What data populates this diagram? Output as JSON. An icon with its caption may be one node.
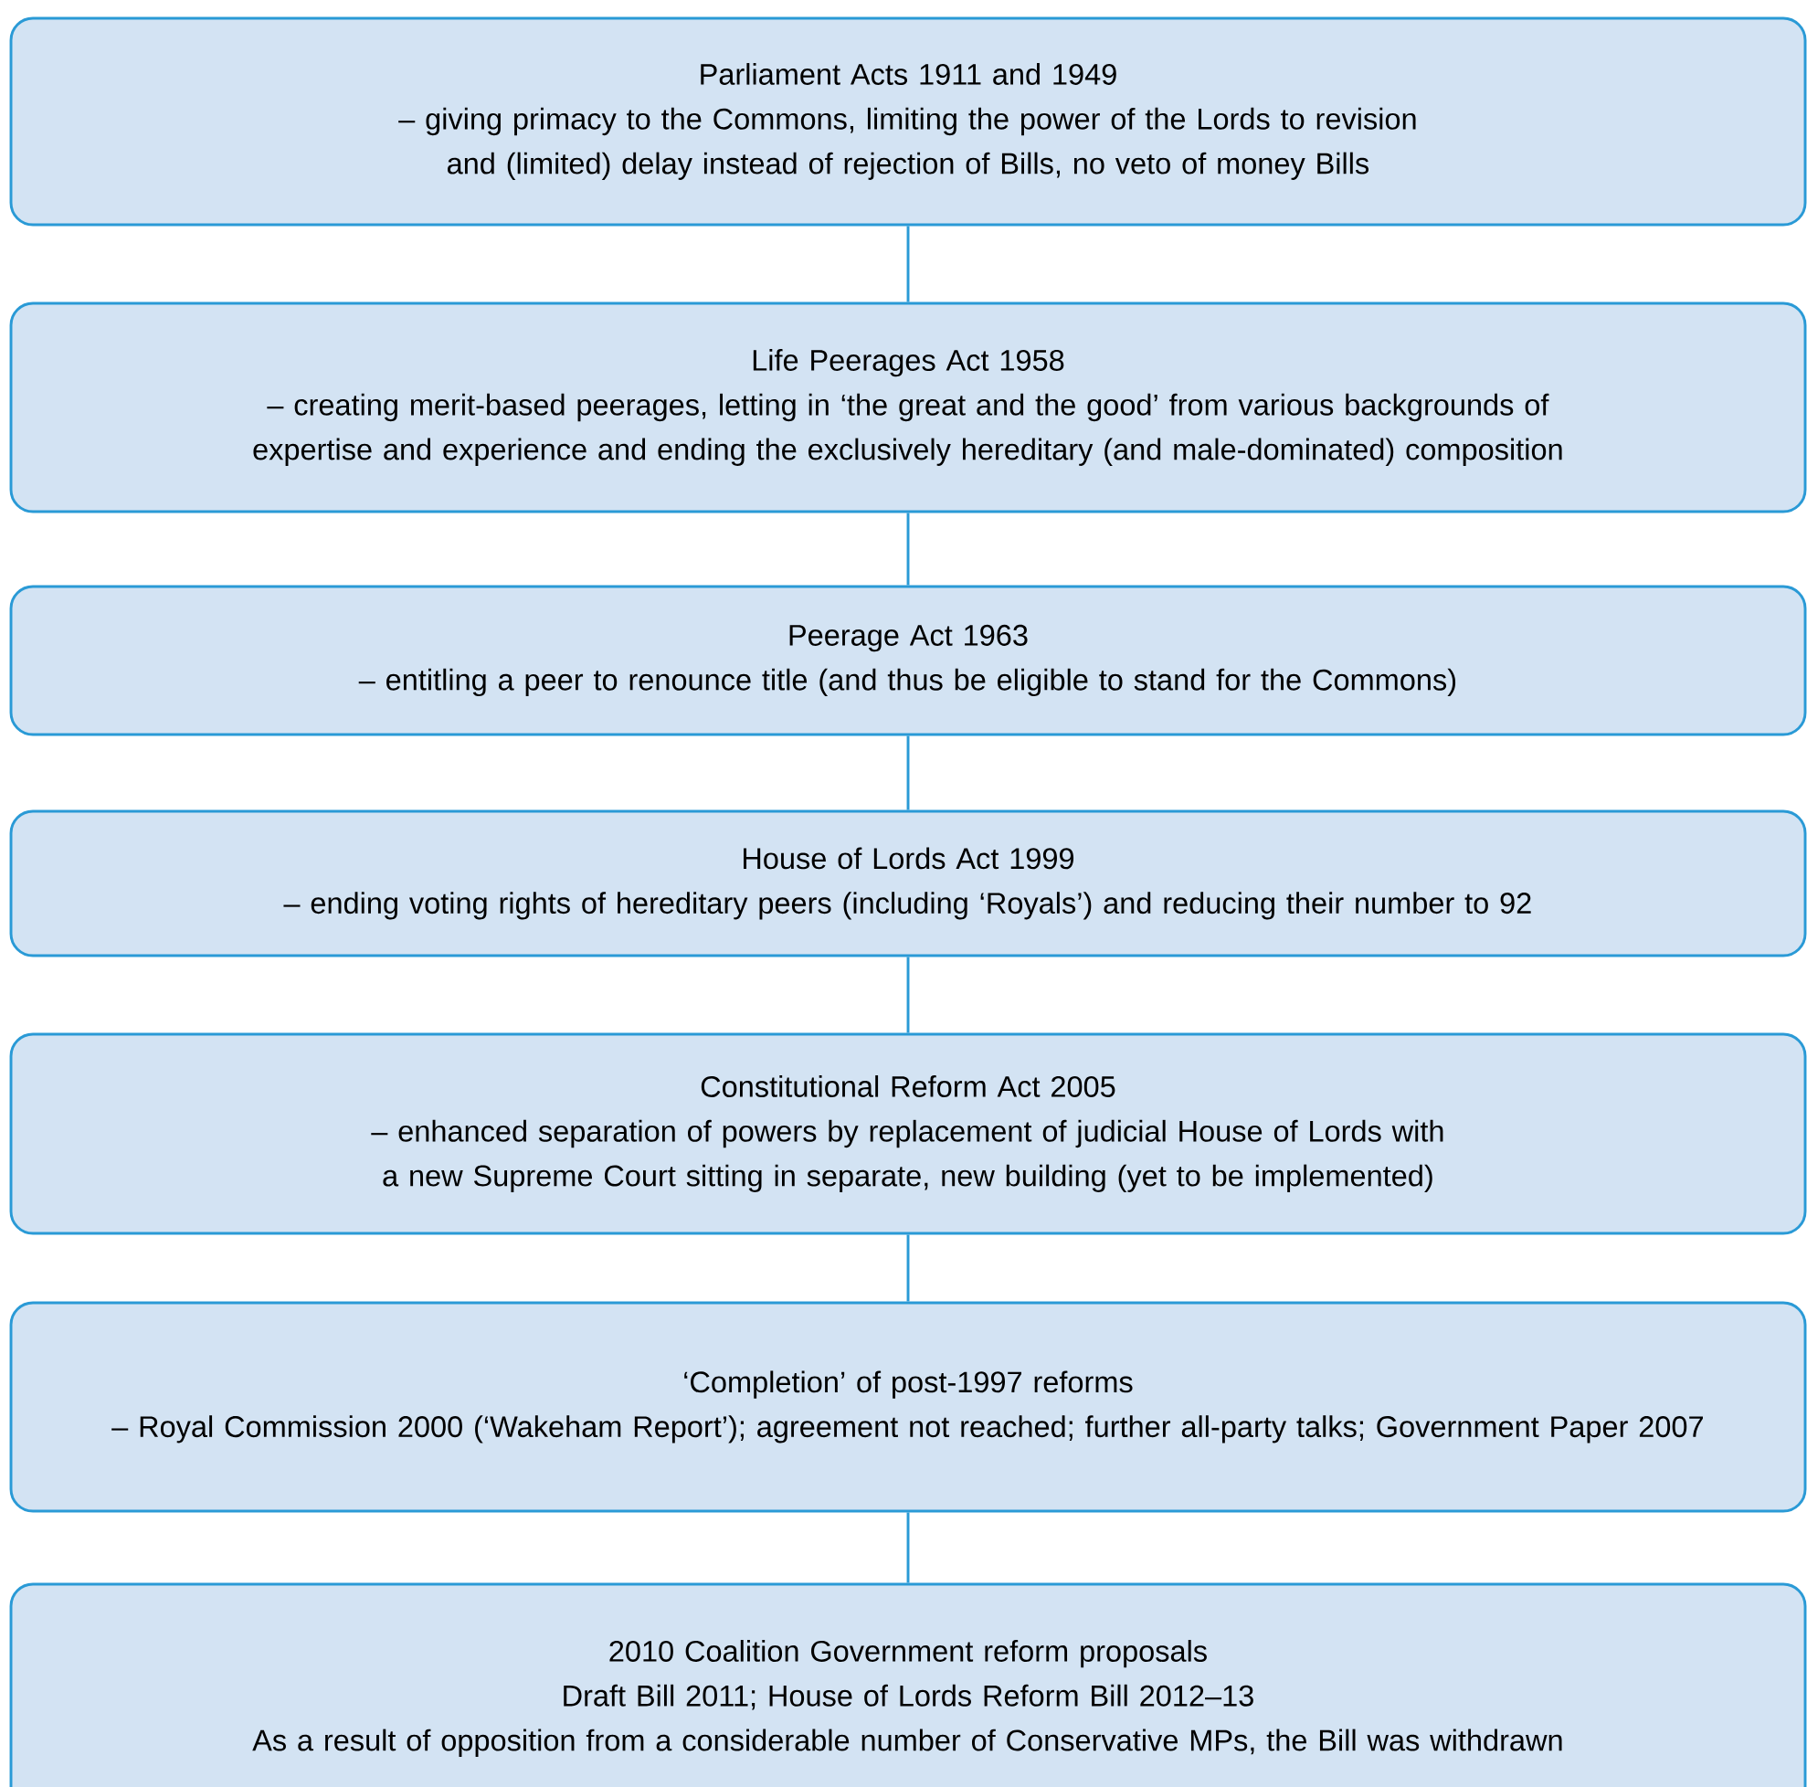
{
  "diagram": {
    "nodes": [
      {
        "text": [
          "Parliament Acts 1911 and 1949",
          "– giving primacy to the Commons, limiting the power of the Lords to revision and (limited) delay instead of rejection of Bills, no veto of money Bills"
        ]
      },
      {
        "text": [
          "Life Peerages Act 1958",
          "– creating merit-based peerages, letting in ‘the great and the good’ from various backgrounds of expertise and experience and ending the exclusively hereditary (and male-dominated) composition"
        ]
      },
      {
        "text": [
          "Peerage Act 1963",
          "– entitling a peer to renounce title (and thus be eligible to stand for the Commons)"
        ]
      },
      {
        "text": [
          "House of Lords Act 1999",
          "– ending voting rights of hereditary peers (including ‘Royals’) and reducing their number to 92"
        ]
      },
      {
        "text": [
          "Constitutional Reform Act 2005",
          "– enhanced separation of powers by replacement of judicial House of Lords with a new Supreme Court sitting in separate, new building (yet to be implemented)"
        ]
      },
      {
        "text": [
          "‘Completion’ of post-1997 reforms",
          "– Royal Commission 2000 (‘Wakeham Report’); agreement not reached; further all-party talks; Government Paper 2007"
        ]
      },
      {
        "text": [
          "2010 Coalition Government reform proposals",
          "Draft Bill 2011; House of Lords Reform Bill 2012–13",
          "As a result of opposition from a considerable number of Conservative MPs, the Bill was withdrawn"
        ]
      }
    ],
    "edges": [
      {
        "from": 0,
        "to": 1,
        "arrow": "none"
      },
      {
        "from": 1,
        "to": 2,
        "arrow": "none"
      },
      {
        "from": 2,
        "to": 3,
        "arrow": "none"
      },
      {
        "from": 3,
        "to": 4,
        "arrow": "none"
      },
      {
        "from": 4,
        "to": 5,
        "arrow": "none"
      },
      {
        "from": 5,
        "to": 6,
        "arrow": "none"
      }
    ]
  }
}
